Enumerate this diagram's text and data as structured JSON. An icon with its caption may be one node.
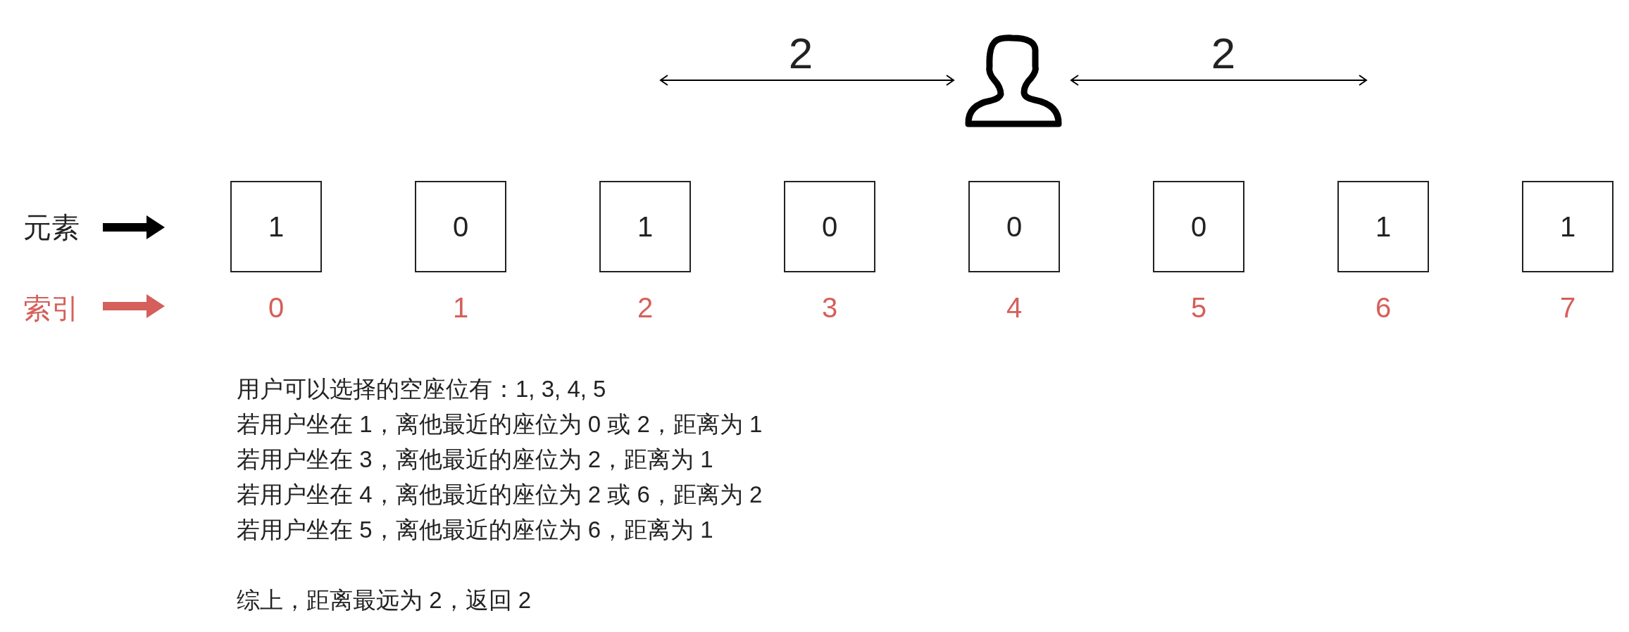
{
  "diagram": {
    "nodes": [
      {
        "text": [
          "元素"
        ]
      },
      {
        "text": [
          "索引"
        ]
      },
      {
        "text": [
          "1"
        ],
        "beside": [
          "0"
        ]
      },
      {
        "text": [
          "0"
        ],
        "beside": [
          "1"
        ]
      },
      {
        "text": [
          "1"
        ],
        "beside": [
          "2"
        ]
      },
      {
        "text": [
          "0"
        ],
        "beside": [
          "3"
        ]
      },
      {
        "text": [
          "0"
        ],
        "beside": [
          "4"
        ]
      },
      {
        "text": [
          "0"
        ],
        "beside": [
          "5"
        ]
      },
      {
        "text": [
          "1"
        ],
        "beside": [
          "6"
        ]
      },
      {
        "text": [
          "1"
        ],
        "beside": [
          "7"
        ]
      }
    ],
    "edges": [
      {
        "from": 0,
        "to": null,
        "arrow": "to"
      },
      {
        "from": 1,
        "to": null,
        "arrow": "to",
        "color": "#d55f5a"
      }
    ],
    "labels": [
      "2",
      "2",
      "用户可以选择的空座位有：1, 3, 4, 5",
      "若用户坐在 1，离他最近的座位为 0 或 2，距离为 1",
      "若用户坐在 3，离他最近的座位为 2，距离为 1",
      "若用户坐在 4，离他最近的座位为 2 或 6，距离为 2",
      "若用户坐在 5，离他最近的座位为 6，距离为 1",
      "综上，距离最远为 2，返回 2"
    ]
  }
}
